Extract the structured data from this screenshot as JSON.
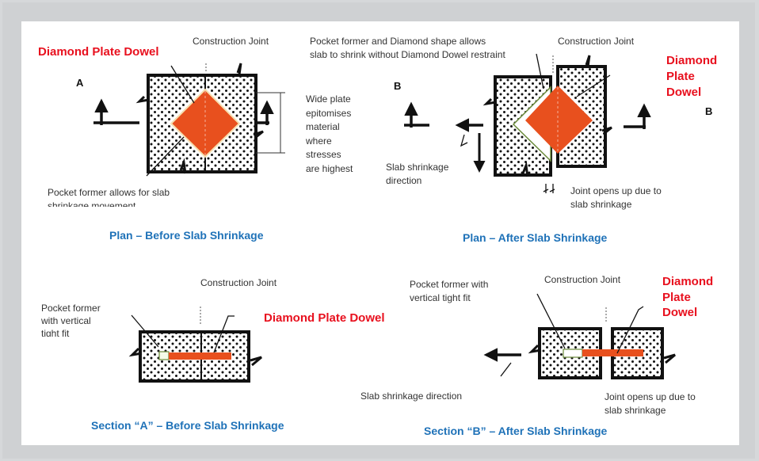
{
  "figure": {
    "panels": {
      "plan_before": {
        "title": "Plan – Before Slab Shrinkage",
        "dowel_label": "Diamond Plate Dowel",
        "joint_label": "Construction Joint",
        "section_marker": "A",
        "wide_plate_note": [
          "Wide plate",
          "epitomises",
          "material",
          "where",
          "stresses",
          "are highest"
        ],
        "pocket_note": [
          "Pocket former allows for slab",
          "shrinkage movement"
        ]
      },
      "plan_after": {
        "title": "Plan – After Slab Shrinkage",
        "dowel_label": [
          "Diamond",
          "Plate",
          "Dowel"
        ],
        "joint_label": "Construction Joint",
        "section_marker_left": "B",
        "section_marker_right": "B",
        "pocket_note": [
          "Pocket former and Diamond shape allows",
          "slab to shrink without Diamond Dowel restraint"
        ],
        "shrinkage_note": [
          "Slab shrinkage",
          "direction"
        ],
        "joint_note": [
          "Joint opens up due to",
          "slab shrinkage"
        ]
      },
      "section_a": {
        "title": "Section “A” – Before Slab Shrinkage",
        "joint_label": "Construction Joint",
        "dowel_label": "Diamond Plate Dowel",
        "pocket_note": [
          "Pocket former",
          "with vertical",
          "tight fit"
        ]
      },
      "section_b": {
        "title": "Section “B” – After Slab Shrinkage",
        "joint_label": "Construction Joint",
        "dowel_label": [
          "Diamond",
          "Plate",
          "Dowel"
        ],
        "pocket_note": [
          "Pocket former with",
          "vertical tight fit"
        ],
        "shrinkage_note": "Slab shrinkage direction",
        "joint_note": [
          "Joint opens up due to",
          "slab shrinkage"
        ]
      }
    },
    "colors": {
      "dowel": "#e8501e",
      "label_red": "#e8101e",
      "title_blue": "#1f72b8",
      "pocket_former": "#6a8a3a"
    }
  }
}
